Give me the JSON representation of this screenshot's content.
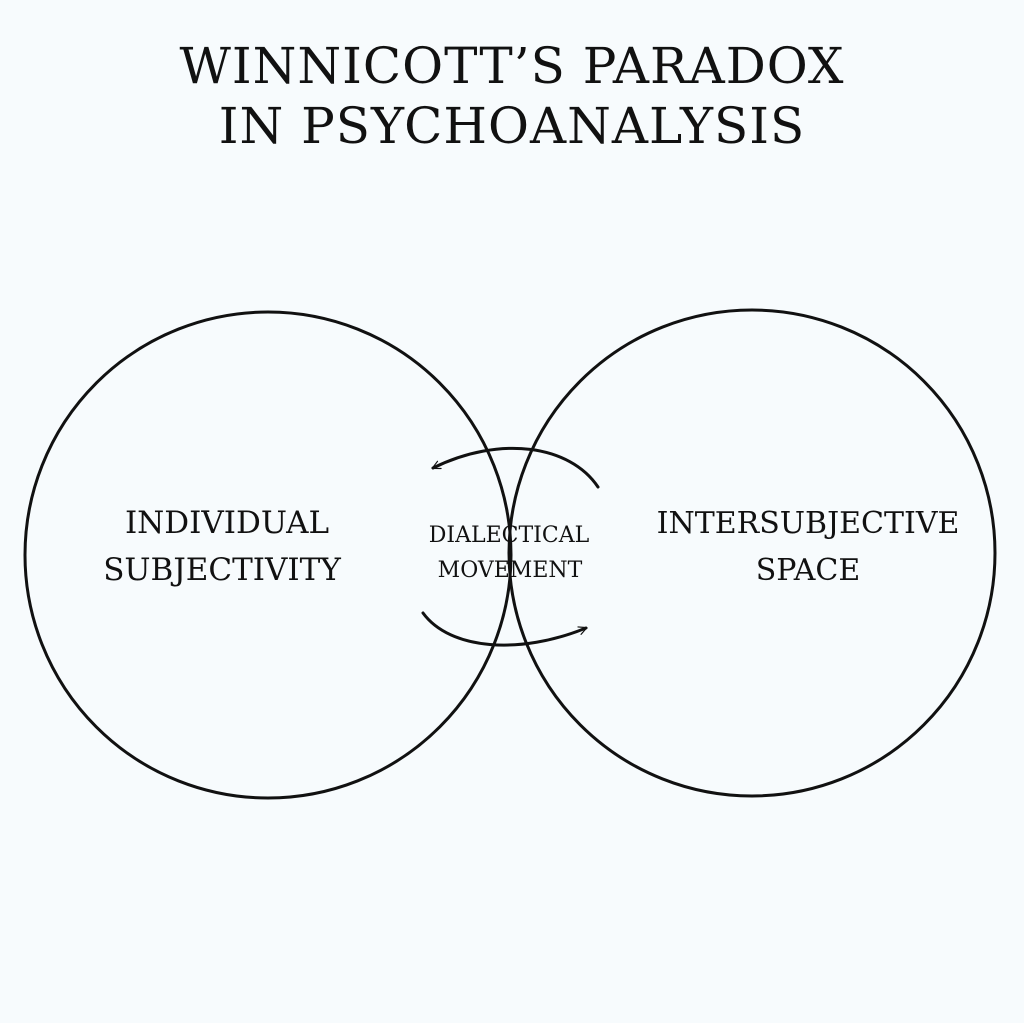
{
  "title": {
    "line1": "WINNICOTT’S PARADOX",
    "line2": "IN PSYCHOANALYSIS"
  },
  "circles": {
    "left": {
      "line1": "INDIVIDUAL",
      "line2": "SUBJECTIVITY"
    },
    "right": {
      "line1": "INTERSUBJECTIVE",
      "line2": "SPACE"
    },
    "overlap": {
      "line1": "DIALECTICAL",
      "line2": "MOVEMENT"
    }
  },
  "colors": {
    "background": "#f7fbfd",
    "ink": "#111111"
  }
}
